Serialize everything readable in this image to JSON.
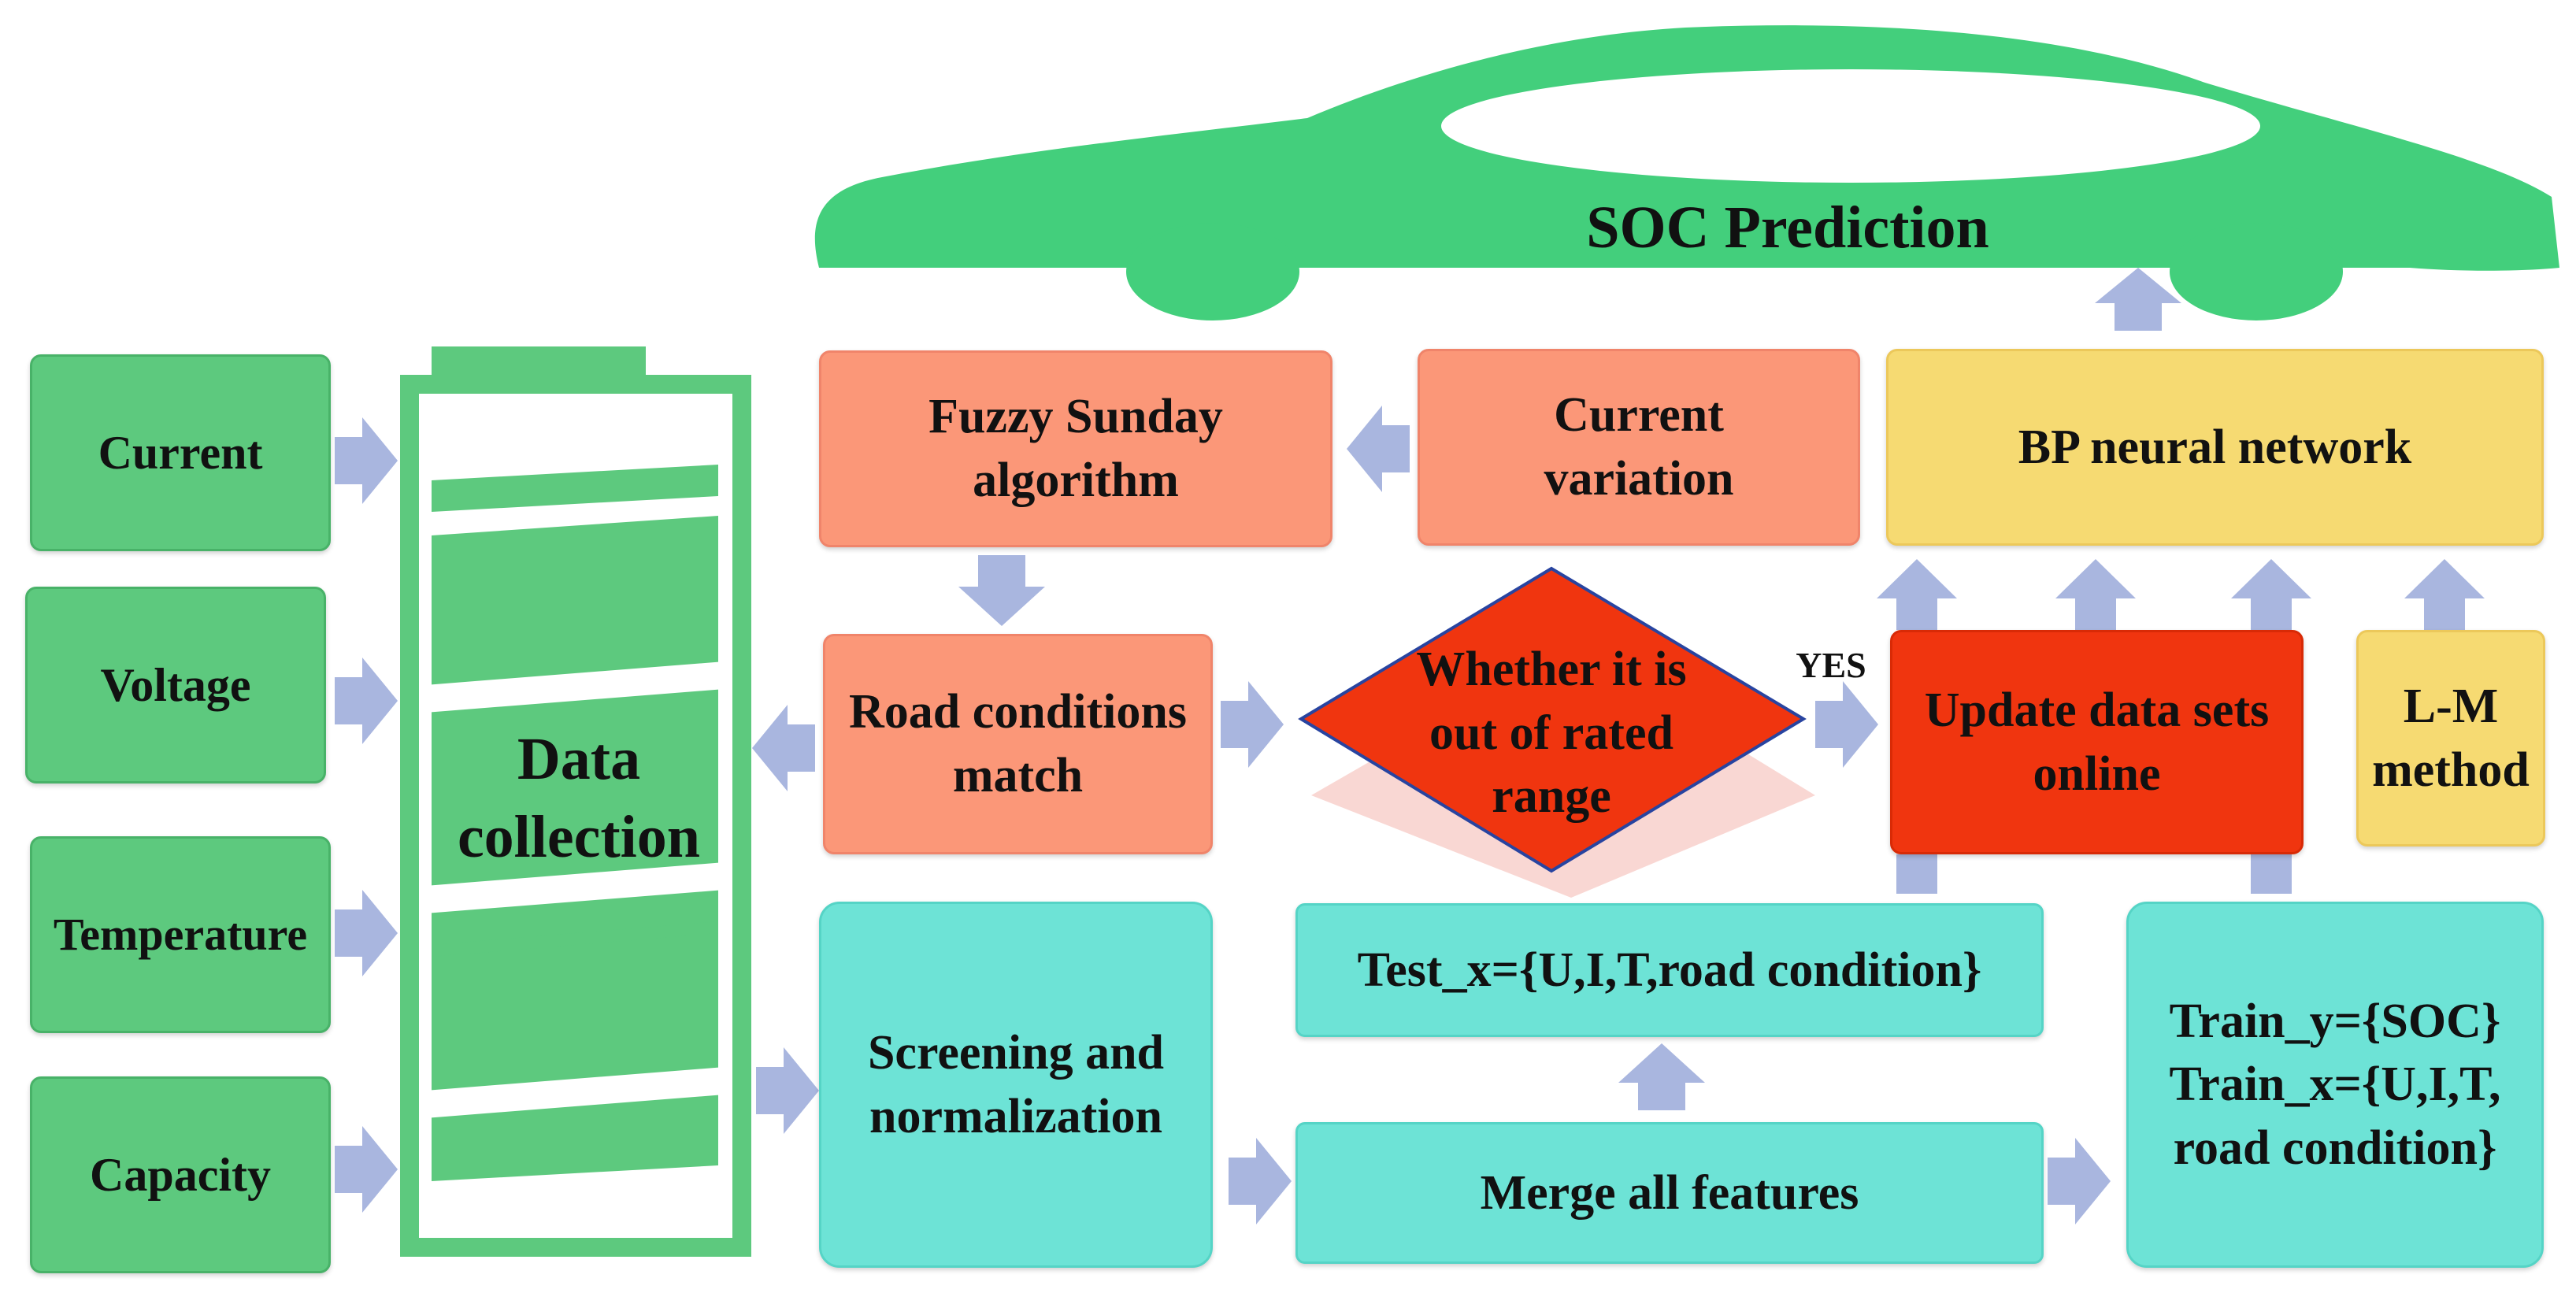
{
  "title": "SOC Prediction",
  "inputs": [
    "Current",
    "Voltage",
    "Temperature",
    "Capacity"
  ],
  "data_collection": "Data collection",
  "fuzzy": "Fuzzy Sunday algorithm",
  "current_variation": "Current variation",
  "bp": "BP neural network",
  "road_match": "Road conditions match",
  "decision": "Whether it is out of rated range",
  "yes": "YES",
  "update": "Update data sets online",
  "lm": "L-M method",
  "screening": "Screening and normalization",
  "test_x": "Test_x={U,I,T,road condition}",
  "merge": "Merge all features",
  "train_y": "Train_y={SOC}",
  "train_x_1": "Train_x={U,I,T,",
  "train_x_2": "road condition}",
  "colors": {
    "car": "#43cf7c",
    "green": "#5dc97e",
    "salmon": "#fb9778",
    "yellow": "#f6da72",
    "red": "#f0350f",
    "teal": "#6de3d6",
    "arrow": "#a9b6df"
  }
}
